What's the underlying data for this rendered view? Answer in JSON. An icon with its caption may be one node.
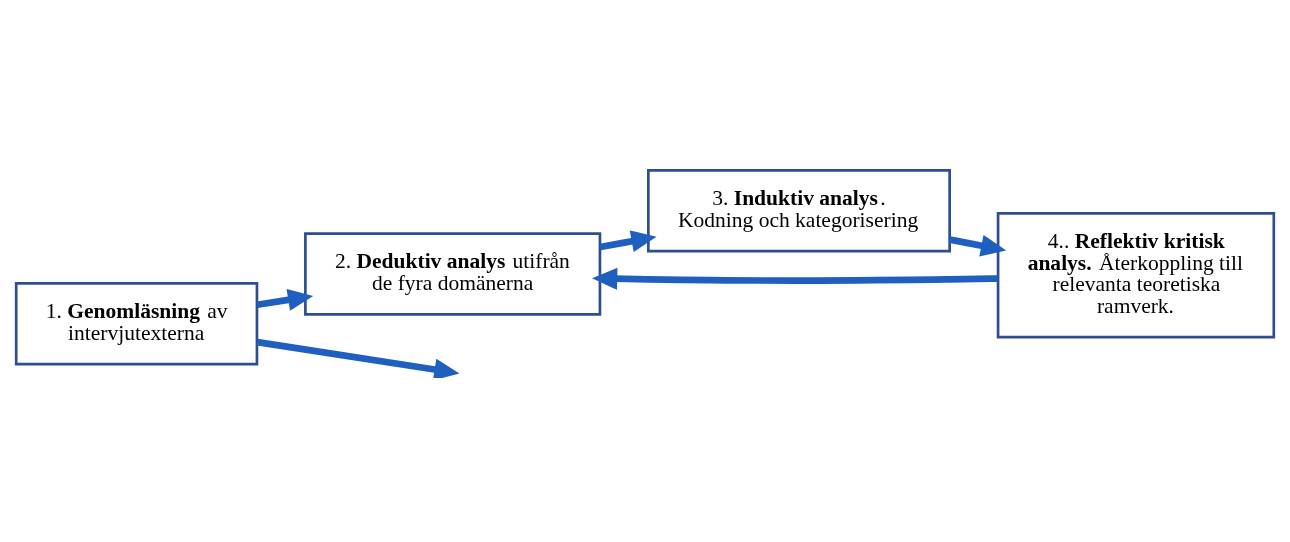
{
  "diagram": {
    "nodes": [
      {
        "text": [
          "1. **Genomläsning** av intervjutexterna"
        ]
      },
      {
        "text": [
          "2. **Deduktiv analys** utifrån de fyra domänerna"
        ]
      },
      {
        "text": [
          "3. **Induktiv analys**. Kodning och kategorisering"
        ]
      },
      {
        "text": [
          "4.. **Reflektiv kritisk analys.** Återkoppling till relevanta teoretiska ramverk."
        ]
      }
    ],
    "edges": [
      {
        "from": 0,
        "to": null,
        "arrow": "to"
      },
      {
        "from": 0,
        "to": 1,
        "arrow": "to"
      },
      {
        "from": 1,
        "to": 2,
        "arrow": "to"
      },
      {
        "from": 2,
        "to": 3,
        "arrow": "to"
      },
      {
        "from": 3,
        "to": 1,
        "arrow": "to"
      }
    ]
  }
}
